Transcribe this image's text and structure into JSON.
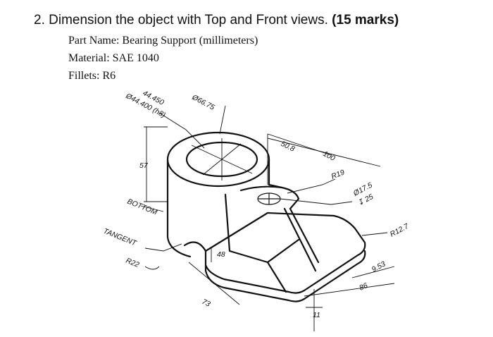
{
  "question": {
    "number": "2.",
    "text": "Dimension the object with Top and Front views.",
    "marks": "(15 marks)"
  },
  "specs": {
    "part_name": "Part Name: Bearing Support (millimeters)",
    "material": "Material: SAE 1040",
    "fillets": "Fillets: R6"
  },
  "drawing": {
    "dim_bore_upper": "44.450",
    "dim_bore_lower": "Ø44.400 (h8)",
    "dim_outer_dia": "Ø66.75",
    "dim_height": "57",
    "dim_slot": "50.8",
    "dim_length": "100",
    "dim_r19": "R19",
    "dim_hole": "Ø17.5",
    "dim_hole_depth": "↧ 25",
    "dim_r127": "R12.7",
    "dim_953": "9.53",
    "dim_86": "86",
    "dim_73": "73",
    "dim_48": "48",
    "dim_11": "11",
    "label_bottom": "BOTTOM",
    "label_tangent": "TANGENT",
    "label_r22": "R22"
  }
}
